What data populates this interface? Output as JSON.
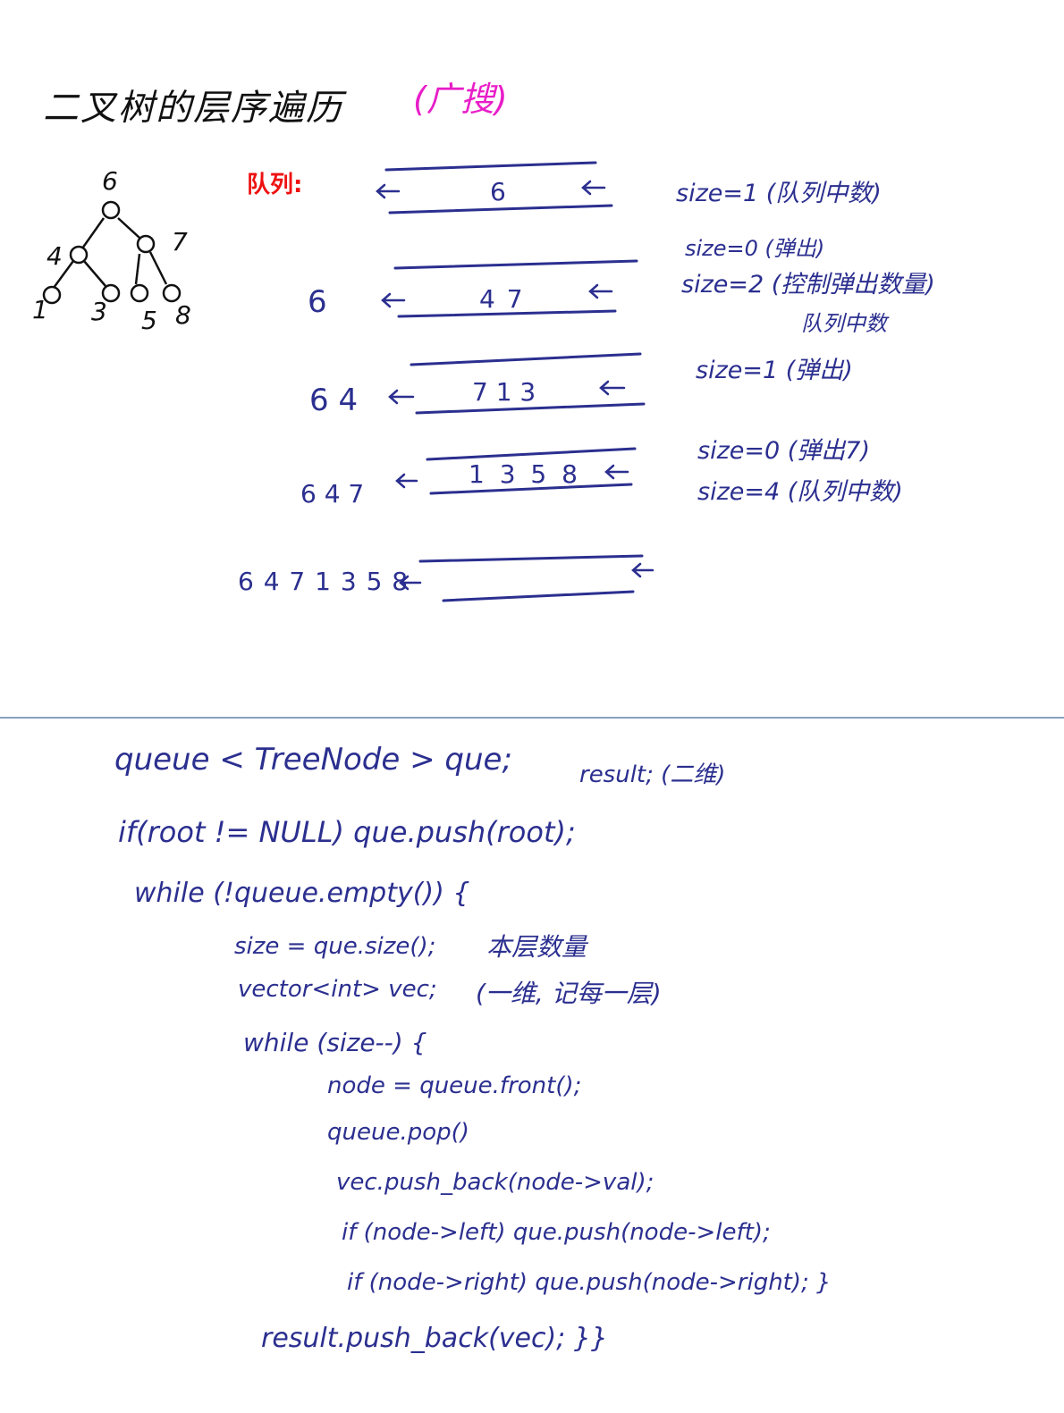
{
  "title": "二叉树的层序遍历",
  "subtitle": "(广搜)",
  "queue_label": "队列:",
  "tree": {
    "root": "6",
    "level2": [
      "4",
      "7"
    ],
    "leaves": [
      "1",
      "3",
      "5",
      "8"
    ]
  },
  "queue_rows": [
    {
      "output": "",
      "contents": "6",
      "note_lines": [
        "size=1 (队列中数)"
      ]
    },
    {
      "output": "6",
      "contents": "4  7",
      "note_lines": [
        "size=0 (弹出)",
        "size=2 (控制弹出数量)",
        "队列中数"
      ]
    },
    {
      "output": "6 4",
      "contents": "7  1  3",
      "note_lines": [
        "size=1 (弹出)"
      ]
    },
    {
      "output": "6 4 7",
      "contents": "1 3 5 8",
      "note_lines": [
        "size=0 (弹出7)",
        "size=4 (队列中数)"
      ]
    },
    {
      "output": "6 4 7 1 3 5 8",
      "contents": "",
      "note_lines": []
    }
  ],
  "code": {
    "decl": "queue < TreeNode > que;",
    "result_note": "result; (二维)",
    "if_root": "if(root != NULL) que.push(root);",
    "while_outer": "while (!queue.empty()) {",
    "size_line": "size = que.size();",
    "size_note": "本层数量",
    "vec_line": "vector<int> vec;",
    "vec_note": "(一维, 记每一层)",
    "while_inner": "while (size--) {",
    "node_line": "node = queue.front();",
    "pop_line": "queue.pop()",
    "push_back_line": "vec.push_back(node->val);",
    "if_left": "if (node->left) que.push(node->left);",
    "if_right": "if (node->right) que.push(node->right); }",
    "result_push": "result.push_back(vec); }}"
  },
  "colors": {
    "ink_blue": "#2b2f8f",
    "title_black": "#111111",
    "subtitle_magenta": "#e81ec8",
    "label_red": "#ee1111",
    "divider": "#8aa0c0"
  }
}
